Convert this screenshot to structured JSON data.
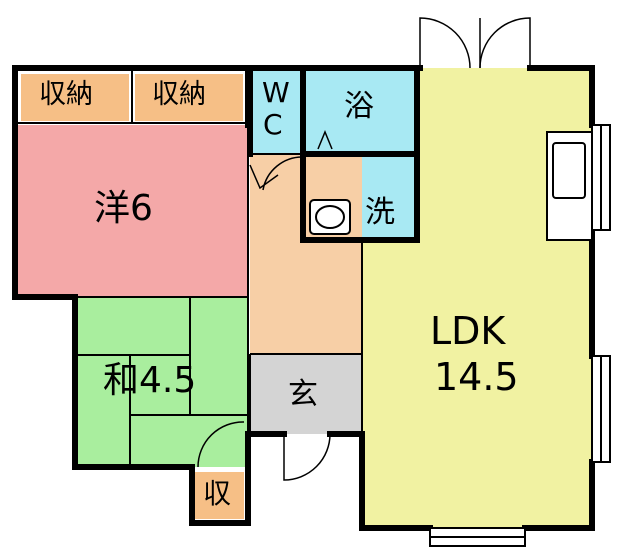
{
  "rooms": {
    "storage_left": "収納",
    "storage_right": "収納",
    "wc_top": "W",
    "wc_bottom": "C",
    "bath": "浴",
    "western": "洋6",
    "washroom": "洗",
    "japanese": "和4.5",
    "entrance": "玄",
    "ldk_name": "LDK",
    "ldk_size": "14.5",
    "closet": "収"
  },
  "colors": {
    "western": "#f4a8a8",
    "japanese": "#a9ee9e",
    "ldk": "#f1f2a2",
    "bath": "#a8e9f3",
    "hall": "#f7cfa6",
    "storage": "#f6bf86",
    "entrance": "#d4d4d4",
    "wall": "#000000"
  }
}
